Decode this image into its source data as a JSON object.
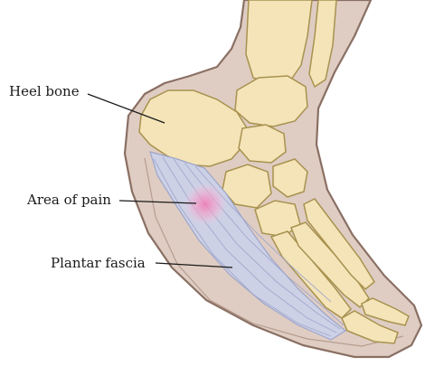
{
  "labels": {
    "heel_bone": "Heel bone",
    "area_of_pain": "Area of pain",
    "plantar_fascia": "Plantar fascia"
  },
  "colors": {
    "skin_outline": "#8a6f63",
    "soft_tissue": "#dfcdc3",
    "bone_fill": "#f4e4b8",
    "bone_outline": "#a8924f",
    "fascia_fill": "#ccd1e6",
    "fascia_lines": "#9ea5c9",
    "pain_glow": "#ee7fb6",
    "leader_line": "#1a1a1a"
  }
}
